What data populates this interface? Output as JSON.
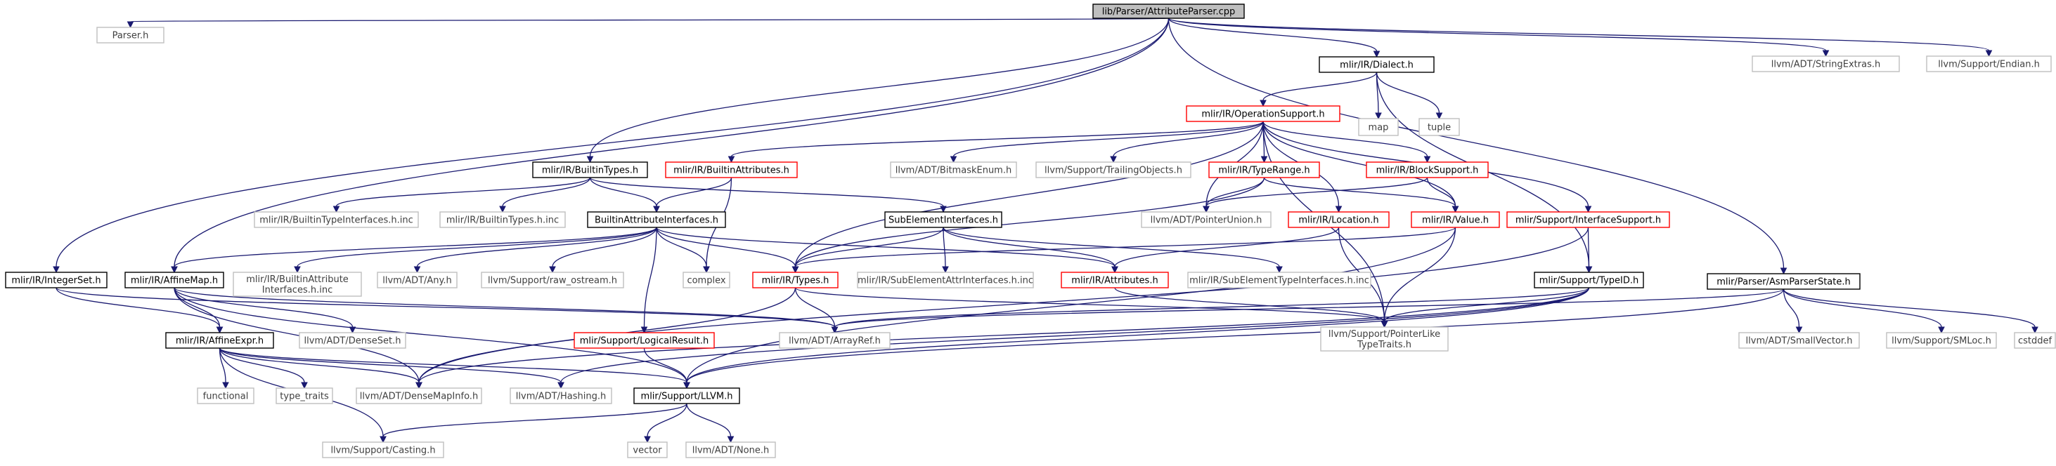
{
  "colors": {
    "root_fill": "#bfbfbf",
    "root_border": "#000000",
    "normal_border": "#000000",
    "red_border": "#ff0000",
    "gray_border": "#bfbfbf",
    "normal_text": "#000000",
    "gray_text": "#404040",
    "edge": "#191970"
  },
  "nodes": [
    {
      "id": "root",
      "lines": [
        "lib/Parser/AttributeParser.cpp"
      ],
      "style": "root"
    },
    {
      "id": "parser_h",
      "lines": [
        "Parser.h"
      ],
      "style": "gray"
    },
    {
      "id": "dialect_h",
      "lines": [
        "mlir/IR/Dialect.h"
      ],
      "style": "normal"
    },
    {
      "id": "stringextras",
      "lines": [
        "llvm/ADT/StringExtras.h"
      ],
      "style": "gray"
    },
    {
      "id": "endian",
      "lines": [
        "llvm/Support/Endian.h"
      ],
      "style": "gray"
    },
    {
      "id": "opsupport",
      "lines": [
        "mlir/IR/OperationSupport.h"
      ],
      "style": "red"
    },
    {
      "id": "map",
      "lines": [
        "map"
      ],
      "style": "gray"
    },
    {
      "id": "tuple",
      "lines": [
        "tuple"
      ],
      "style": "gray"
    },
    {
      "id": "builtintypes_h",
      "lines": [
        "mlir/IR/BuiltinTypes.h"
      ],
      "style": "normal"
    },
    {
      "id": "builtinattrs_h",
      "lines": [
        "mlir/IR/BuiltinAttributes.h"
      ],
      "style": "red"
    },
    {
      "id": "bitmask",
      "lines": [
        "llvm/ADT/BitmaskEnum.h"
      ],
      "style": "gray"
    },
    {
      "id": "trailing",
      "lines": [
        "llvm/Support/TrailingObjects.h"
      ],
      "style": "gray"
    },
    {
      "id": "typerange",
      "lines": [
        "mlir/IR/TypeRange.h"
      ],
      "style": "red"
    },
    {
      "id": "blocksupport",
      "lines": [
        "mlir/IR/BlockSupport.h"
      ],
      "style": "red"
    },
    {
      "id": "builtintypeiface_inc",
      "lines": [
        "mlir/IR/BuiltinTypeInterfaces.h.inc"
      ],
      "style": "gray"
    },
    {
      "id": "builtintypes_inc",
      "lines": [
        "mlir/IR/BuiltinTypes.h.inc"
      ],
      "style": "gray"
    },
    {
      "id": "builtinattriface",
      "lines": [
        "BuiltinAttributeInterfaces.h"
      ],
      "style": "normal"
    },
    {
      "id": "subelement",
      "lines": [
        "SubElementInterfaces.h"
      ],
      "style": "normal"
    },
    {
      "id": "pointerunion",
      "lines": [
        "llvm/ADT/PointerUnion.h"
      ],
      "style": "gray"
    },
    {
      "id": "location",
      "lines": [
        "mlir/IR/Location.h"
      ],
      "style": "red"
    },
    {
      "id": "value_h",
      "lines": [
        "mlir/IR/Value.h"
      ],
      "style": "red"
    },
    {
      "id": "ifacesupport",
      "lines": [
        "mlir/Support/InterfaceSupport.h"
      ],
      "style": "red"
    },
    {
      "id": "asmparserstate",
      "lines": [
        "mlir/Parser/AsmParserState.h"
      ],
      "style": "normal"
    },
    {
      "id": "integerset",
      "lines": [
        "mlir/IR/IntegerSet.h"
      ],
      "style": "normal"
    },
    {
      "id": "affinemap",
      "lines": [
        "mlir/IR/AffineMap.h"
      ],
      "style": "normal"
    },
    {
      "id": "builtinattriface_inc",
      "lines": [
        "mlir/IR/BuiltinAttribute",
        "Interfaces.h.inc"
      ],
      "style": "gray"
    },
    {
      "id": "any",
      "lines": [
        "llvm/ADT/Any.h"
      ],
      "style": "gray"
    },
    {
      "id": "raw_ostream",
      "lines": [
        "llvm/Support/raw_ostream.h"
      ],
      "style": "gray"
    },
    {
      "id": "complex",
      "lines": [
        "complex"
      ],
      "style": "gray"
    },
    {
      "id": "types_h",
      "lines": [
        "mlir/IR/Types.h"
      ],
      "style": "red"
    },
    {
      "id": "subattriface_inc",
      "lines": [
        "mlir/IR/SubElementAttrInterfaces.h.inc"
      ],
      "style": "gray"
    },
    {
      "id": "attributes_h",
      "lines": [
        "mlir/IR/Attributes.h"
      ],
      "style": "red"
    },
    {
      "id": "subtypeiface_inc",
      "lines": [
        "mlir/IR/SubElementTypeInterfaces.h.inc"
      ],
      "style": "gray"
    },
    {
      "id": "typeid",
      "lines": [
        "mlir/Support/TypeID.h"
      ],
      "style": "normal"
    },
    {
      "id": "affineexpr",
      "lines": [
        "mlir/IR/AffineExpr.h"
      ],
      "style": "normal"
    },
    {
      "id": "denseset",
      "lines": [
        "llvm/ADT/DenseSet.h"
      ],
      "style": "gray"
    },
    {
      "id": "logicalresult",
      "lines": [
        "mlir/Support/LogicalResult.h"
      ],
      "style": "red"
    },
    {
      "id": "arrayref",
      "lines": [
        "llvm/ADT/ArrayRef.h"
      ],
      "style": "gray"
    },
    {
      "id": "pointerlike",
      "lines": [
        "llvm/Support/PointerLike",
        "TypeTraits.h"
      ],
      "style": "gray"
    },
    {
      "id": "smallvector",
      "lines": [
        "llvm/ADT/SmallVector.h"
      ],
      "style": "gray"
    },
    {
      "id": "smloc",
      "lines": [
        "llvm/Support/SMLoc.h"
      ],
      "style": "gray"
    },
    {
      "id": "cstddef",
      "lines": [
        "cstddef"
      ],
      "style": "gray"
    },
    {
      "id": "functional",
      "lines": [
        "functional"
      ],
      "style": "gray"
    },
    {
      "id": "type_traits",
      "lines": [
        "type_traits"
      ],
      "style": "gray"
    },
    {
      "id": "densemapinfo",
      "lines": [
        "llvm/ADT/DenseMapInfo.h"
      ],
      "style": "gray"
    },
    {
      "id": "hashing",
      "lines": [
        "llvm/ADT/Hashing.h"
      ],
      "style": "gray"
    },
    {
      "id": "llvm_h",
      "lines": [
        "mlir/Support/LLVM.h"
      ],
      "style": "normal"
    },
    {
      "id": "vector",
      "lines": [
        "vector"
      ],
      "style": "gray"
    },
    {
      "id": "none",
      "lines": [
        "llvm/ADT/None.h"
      ],
      "style": "gray"
    },
    {
      "id": "casting",
      "lines": [
        "llvm/Support/Casting.h"
      ],
      "style": "gray"
    }
  ],
  "edges": [
    [
      "root",
      "parser_h"
    ],
    [
      "root",
      "dialect_h"
    ],
    [
      "root",
      "stringextras"
    ],
    [
      "root",
      "endian"
    ],
    [
      "root",
      "builtintypes_h"
    ],
    [
      "root",
      "integerset"
    ],
    [
      "root",
      "affinemap"
    ],
    [
      "root",
      "asmparserstate"
    ],
    [
      "dialect_h",
      "opsupport"
    ],
    [
      "dialect_h",
      "map"
    ],
    [
      "dialect_h",
      "tuple"
    ],
    [
      "dialect_h",
      "typeid"
    ],
    [
      "opsupport",
      "builtinattrs_h"
    ],
    [
      "opsupport",
      "bitmask"
    ],
    [
      "opsupport",
      "trailing"
    ],
    [
      "opsupport",
      "typerange"
    ],
    [
      "opsupport",
      "blocksupport"
    ],
    [
      "opsupport",
      "pointerunion"
    ],
    [
      "opsupport",
      "location"
    ],
    [
      "opsupport",
      "value_h"
    ],
    [
      "opsupport",
      "ifacesupport"
    ],
    [
      "opsupport",
      "types_h"
    ],
    [
      "opsupport",
      "pointerlike"
    ],
    [
      "builtintypes_h",
      "builtintypeiface_inc"
    ],
    [
      "builtintypes_h",
      "builtintypes_inc"
    ],
    [
      "builtintypes_h",
      "builtinattriface"
    ],
    [
      "builtintypes_h",
      "subelement"
    ],
    [
      "builtinattrs_h",
      "builtinattriface"
    ],
    [
      "builtinattrs_h",
      "complex"
    ],
    [
      "typerange",
      "value_h"
    ],
    [
      "typerange",
      "pointerunion"
    ],
    [
      "typerange",
      "types_h"
    ],
    [
      "blocksupport",
      "value_h"
    ],
    [
      "blocksupport",
      "pointerunion"
    ],
    [
      "builtinattriface",
      "affinemap"
    ],
    [
      "builtinattriface",
      "builtinattriface_inc"
    ],
    [
      "builtinattriface",
      "any"
    ],
    [
      "builtinattriface",
      "raw_ostream"
    ],
    [
      "builtinattriface",
      "complex"
    ],
    [
      "builtinattriface",
      "types_h"
    ],
    [
      "builtinattriface",
      "attributes_h"
    ],
    [
      "builtinattriface",
      "logicalresult"
    ],
    [
      "subelement",
      "types_h"
    ],
    [
      "subelement",
      "attributes_h"
    ],
    [
      "subelement",
      "subattriface_inc"
    ],
    [
      "subelement",
      "subtypeiface_inc"
    ],
    [
      "location",
      "attributes_h"
    ],
    [
      "location",
      "pointerlike"
    ],
    [
      "value_h",
      "types_h"
    ],
    [
      "value_h",
      "pointerlike"
    ],
    [
      "value_h",
      "llvm_h"
    ],
    [
      "ifacesupport",
      "typeid"
    ],
    [
      "ifacesupport",
      "densemapinfo"
    ],
    [
      "asmparserstate",
      "arrayref"
    ],
    [
      "asmparserstate",
      "smallvector"
    ],
    [
      "asmparserstate",
      "smloc"
    ],
    [
      "asmparserstate",
      "cstddef"
    ],
    [
      "asmparserstate",
      "llvm_h"
    ],
    [
      "integerset",
      "affineexpr"
    ],
    [
      "integerset",
      "arrayref"
    ],
    [
      "affinemap",
      "affineexpr"
    ],
    [
      "affinemap",
      "arrayref"
    ],
    [
      "affinemap",
      "denseset"
    ],
    [
      "affinemap",
      "densemapinfo"
    ],
    [
      "affinemap",
      "llvm_h"
    ],
    [
      "types_h",
      "arrayref"
    ],
    [
      "types_h",
      "densemapinfo"
    ],
    [
      "types_h",
      "pointerlike"
    ],
    [
      "attributes_h",
      "pointerlike"
    ],
    [
      "typeid",
      "arrayref"
    ],
    [
      "typeid",
      "pointerlike"
    ],
    [
      "typeid",
      "llvm_h"
    ],
    [
      "typeid",
      "hashing"
    ],
    [
      "typeid",
      "densemapinfo"
    ],
    [
      "affineexpr",
      "functional"
    ],
    [
      "affineexpr",
      "type_traits"
    ],
    [
      "affineexpr",
      "densemapinfo"
    ],
    [
      "affineexpr",
      "hashing"
    ],
    [
      "affineexpr",
      "llvm_h"
    ],
    [
      "affineexpr",
      "casting"
    ],
    [
      "logicalresult",
      "llvm_h"
    ],
    [
      "llvm_h",
      "vector"
    ],
    [
      "llvm_h",
      "none"
    ],
    [
      "llvm_h",
      "casting"
    ]
  ]
}
